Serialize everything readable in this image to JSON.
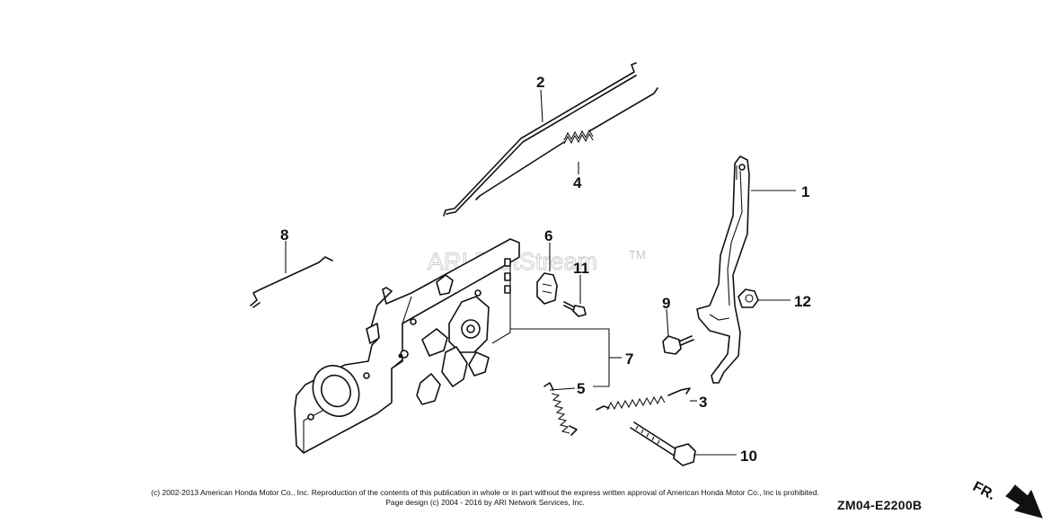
{
  "watermark": {
    "text": "ARI PartStream",
    "trademark": "TM"
  },
  "callouts": {
    "c1": "1",
    "c2": "2",
    "c3": "3",
    "c4": "4",
    "c5": "5",
    "c6": "6",
    "c7": "7",
    "c8": "8",
    "c9": "9",
    "c10": "10",
    "c11": "11",
    "c12": "12"
  },
  "footer": {
    "copyright": "(c) 2002-2013 American Honda Motor Co., Inc. Reproduction of the contents of this publication in whole or in part without the express written approval of American Honda Motor Co., Inc is prohibited.",
    "page_design": "Page design (c) 2004 - 2016 by ARI Network Services, Inc.",
    "reference_code": "ZM04-E2200B",
    "front_label": "FR."
  },
  "icons": {
    "front_arrow": "front-direction-arrow-icon"
  }
}
